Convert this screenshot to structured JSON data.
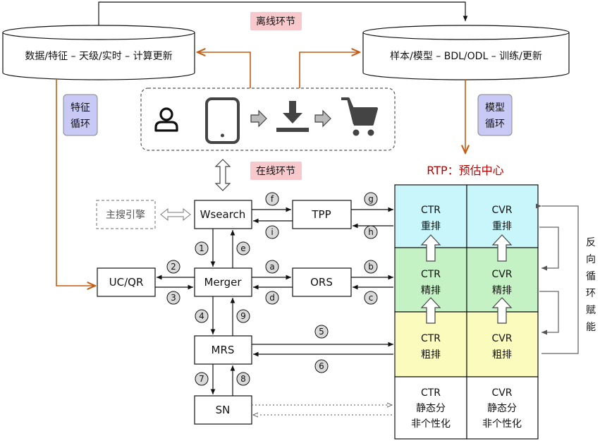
{
  "tags": {
    "offline": "离线环节",
    "online": "在线环节",
    "feature_loop": [
      "特征",
      "循环"
    ],
    "model_loop": [
      "模型",
      "循环"
    ]
  },
  "databases": {
    "data": "数据/特征 – 天级/实时 – 计算更新",
    "model": "样本/模型 – BDL/ODL – 训练/更新"
  },
  "rtp_title": "RTP：预估中心",
  "reverse_label": [
    "反",
    "向",
    "循",
    "环",
    "赋",
    "能"
  ],
  "services": {
    "search_engine": "主搜引擎",
    "wsearch": "Wsearch",
    "tpp": "TPP",
    "ucqr": "UC/QR",
    "merger": "Merger",
    "ors": "ORS",
    "mrs": "MRS",
    "sn": "SN"
  },
  "grid": {
    "rows": [
      {
        "color": "#c8f6fb",
        "cells": [
          [
            "CTR",
            "重排"
          ],
          [
            "CVR",
            "重排"
          ]
        ]
      },
      {
        "color": "#c5f2c5",
        "cells": [
          [
            "CTR",
            "精排"
          ],
          [
            "CVR",
            "精排"
          ]
        ]
      },
      {
        "color": "#fbfbbd",
        "cells": [
          [
            "CTR",
            "粗排"
          ],
          [
            "CVR",
            "粗排"
          ]
        ]
      },
      {
        "color": "#ffffff",
        "cells": [
          [
            "CTR",
            "静态分",
            "非个性化"
          ],
          [
            "CVR",
            "静态分",
            "非个性化"
          ]
        ]
      }
    ]
  },
  "step_labels": {
    "s1": "1",
    "s2": "2",
    "s3": "3",
    "s4": "4",
    "s5": "5",
    "s6": "6",
    "s7": "7",
    "s8": "8",
    "s9": "9",
    "a": "a",
    "b": "b",
    "c": "c",
    "d": "d",
    "e": "e",
    "f": "f",
    "g": "g",
    "h": "h",
    "i": "i"
  },
  "colors": {
    "orange": "#c55a11",
    "tag_pink": "#f8c9cc",
    "tag_lavender": "#c9c9f5",
    "rtp_red": "#c00000"
  },
  "icons": [
    "user-icon",
    "tablet-icon",
    "arrow-right-icon",
    "download-icon",
    "arrow-right-icon",
    "cart-icon"
  ]
}
